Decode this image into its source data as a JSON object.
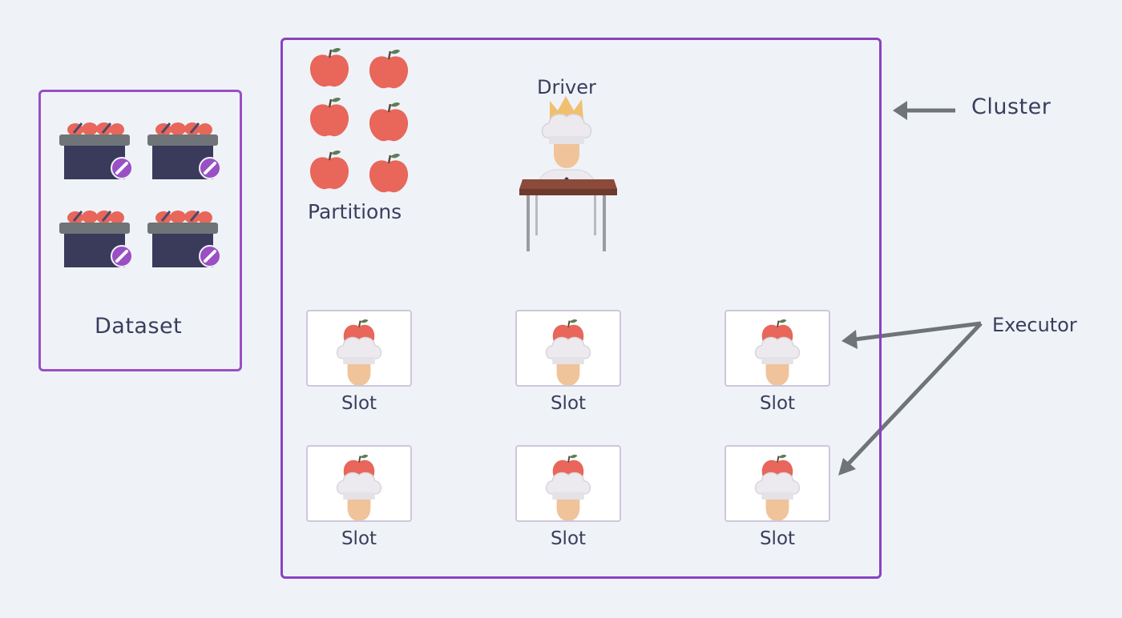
{
  "labels": {
    "dataset": "Dataset",
    "cluster": "Cluster",
    "partitions": "Partitions",
    "driver": "Driver",
    "executor": "Executor"
  },
  "slots": [
    {
      "label": "Slot"
    },
    {
      "label": "Slot"
    },
    {
      "label": "Slot"
    },
    {
      "label": "Slot"
    },
    {
      "label": "Slot"
    },
    {
      "label": "Slot"
    }
  ],
  "colors": {
    "box_border": "#8a42c0",
    "apple": "#e8665a",
    "basket": "#3a3a5a",
    "arrow": "#6e7478",
    "background": "#eff3f8"
  },
  "icons": {
    "dataset": "apple-basket-icon",
    "partition": "apple-icon",
    "driver": "chef-with-crown-icon",
    "executor": "chef-with-apple-icon"
  }
}
